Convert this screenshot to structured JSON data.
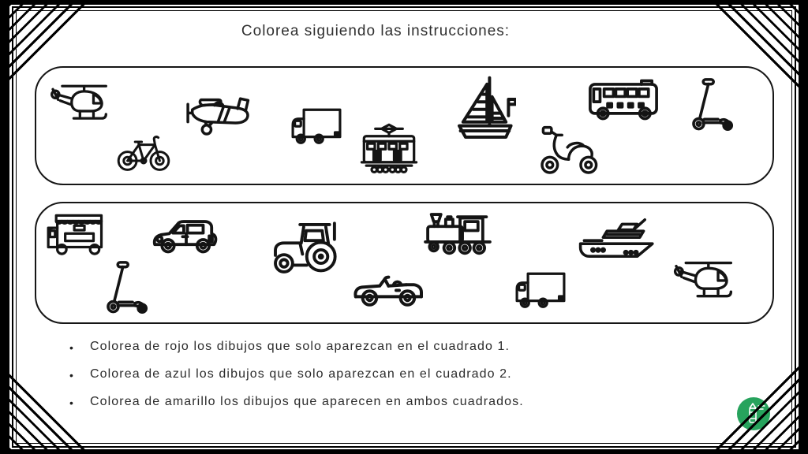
{
  "title": "Colorea siguiendo las instrucciones:",
  "boxes": [
    {
      "name": "cuadrado-1",
      "items": [
        "helicopter",
        "bicycle",
        "propeller-airplane",
        "box-truck",
        "tram",
        "sailboat",
        "motor-scooter",
        "bus",
        "kick-scooter"
      ]
    },
    {
      "name": "cuadrado-2",
      "items": [
        "food-truck",
        "car",
        "kick-scooter",
        "tractor",
        "convertible-car",
        "steam-train",
        "box-truck",
        "yacht",
        "helicopter"
      ]
    }
  ],
  "instructions": [
    {
      "bullet": "•",
      "text": "Colorea de rojo los dibujos que solo aparezcan en el cuadrado 1."
    },
    {
      "bullet": "•",
      "text": "Colorea de azul los dibujos que solo aparezcan en el cuadrado 2."
    },
    {
      "bullet": "•",
      "text": "Colorea de amarillo los dibujos que aparecen en ambos cuadrados."
    }
  ],
  "logo": {
    "icon": "crayon-icon",
    "color": "#27a35d"
  },
  "colors": {
    "line_art": "#141414",
    "frame": "#000000",
    "background": "#ffffff"
  }
}
